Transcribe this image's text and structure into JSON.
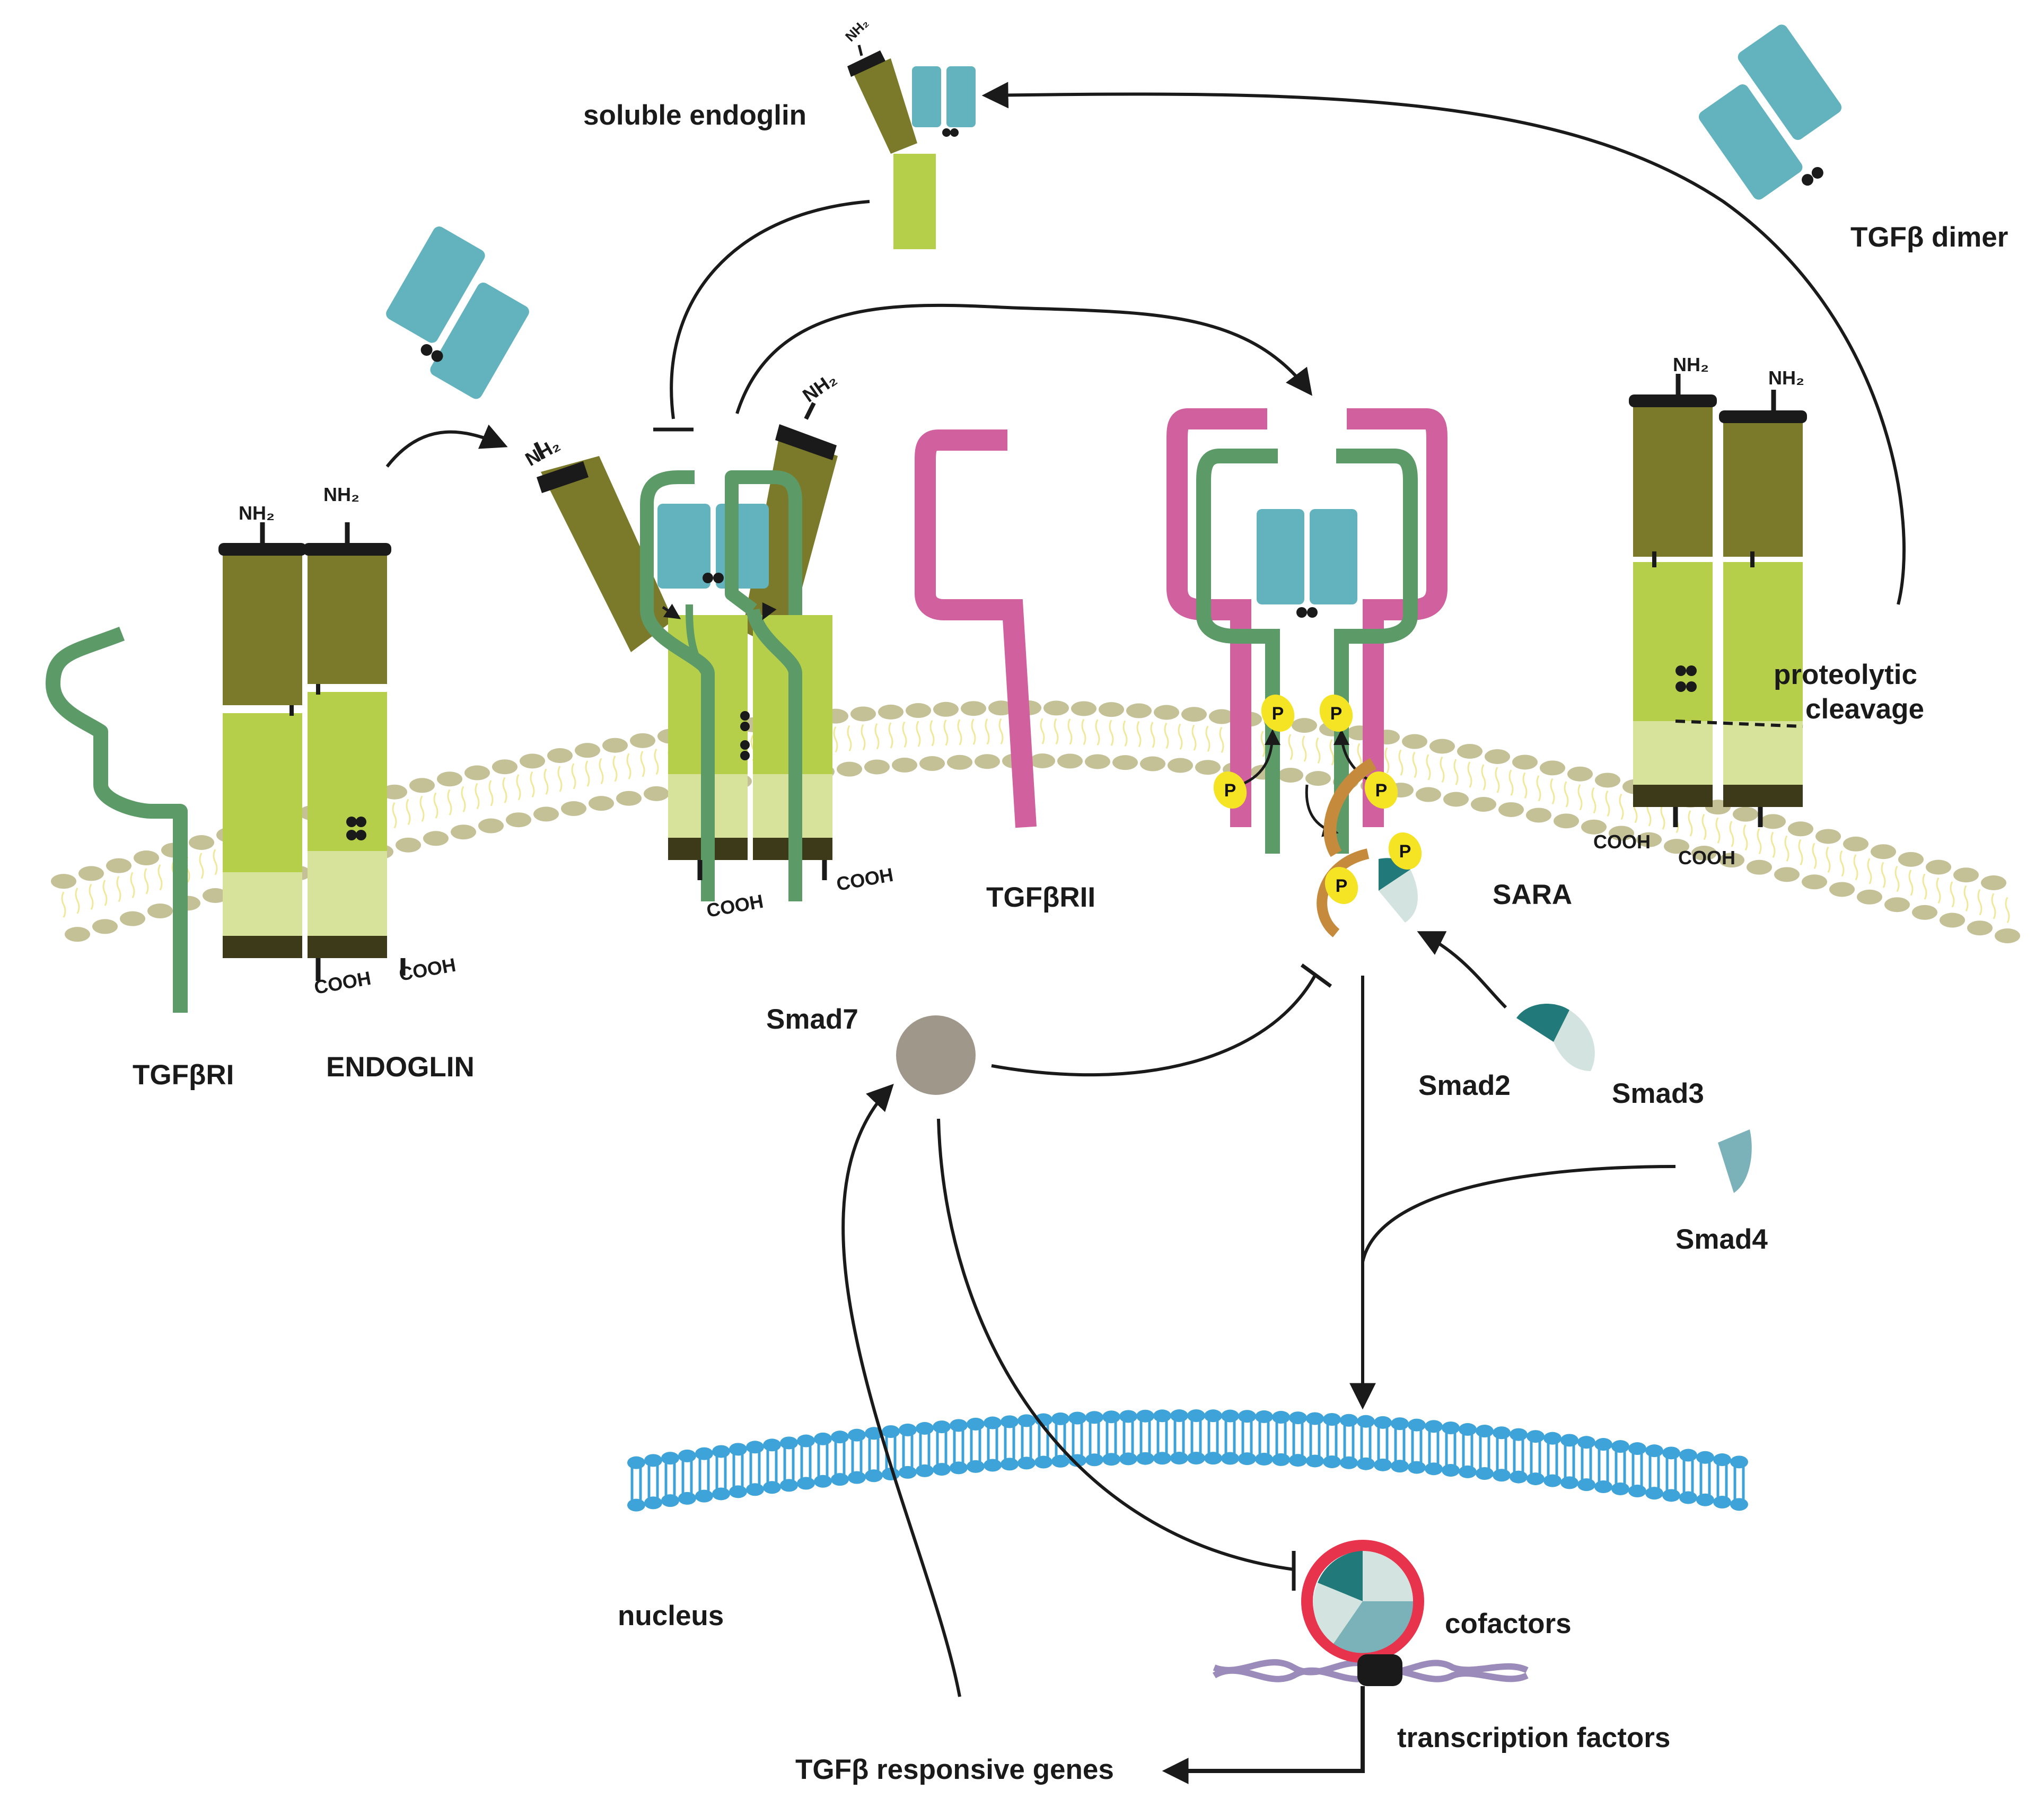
{
  "labels": {
    "soluble_endoglin": "soluble endoglin",
    "tgfb_dimer": "TGFβ dimer",
    "proteolytic_cleavage_1": "proteolytic",
    "proteolytic_cleavage_2": "cleavage",
    "tgfbri": "TGFβRI",
    "endoglin": "ENDOGLIN",
    "tgfbrii": "TGFβRII",
    "sara": "SARA",
    "smad7": "Smad7",
    "smad2": "Smad2",
    "smad3": "Smad3",
    "smad4": "Smad4",
    "nucleus": "nucleus",
    "cofactors": "cofactors",
    "transcription_factors": "transcription factors",
    "responsive_genes": "TGFβ responsive genes"
  },
  "terminal_labels": {
    "nh2": "NH₂",
    "cooh": "COOH"
  },
  "phospho_label": "P",
  "colors": {
    "endoglin_dark": "#7a7a2a",
    "endoglin_light": "#b5cf4a",
    "endoglin_pale": "#d7e39a",
    "tgfb": "#62b3bd",
    "type1_receptor": "#5c9a68",
    "type2_receptor": "#d1609e",
    "membrane_head": "#c5c197",
    "nuclear_membrane": "#3ea3d8",
    "smad7": "#9e978a",
    "smad2": "#217a79",
    "smad3": "#d3e4e0",
    "smad4": "#7bb1b8",
    "sara": "#c58a3c",
    "phosphate": "#f4e423",
    "cofactor": "#e8334d",
    "dna": "#9b8bba"
  }
}
